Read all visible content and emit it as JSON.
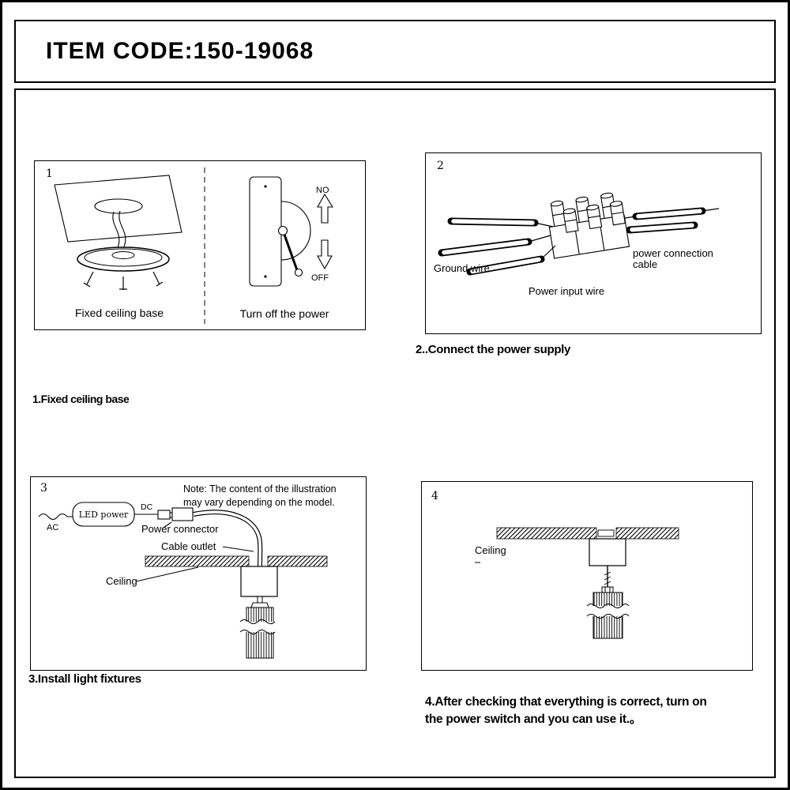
{
  "header": {
    "item_code": "ITEM CODE:150-19068"
  },
  "steps": {
    "s1": {
      "number": "1",
      "switch_no": "NO",
      "switch_off": "OFF",
      "caption_left": "Fixed ceiling base",
      "caption_right": "Turn off the power",
      "title": "1.Fixed ceiling base"
    },
    "s2": {
      "number": "2",
      "ground_wire": "Ground wire",
      "power_connection_line1": "power connection",
      "power_connection_line2": "cable",
      "power_input": "Power input wire",
      "title": "2..Connect the power supply"
    },
    "s3": {
      "number": "3",
      "note_line1": "Note: The content of the illustration",
      "note_line2": "may vary depending on the model.",
      "led_power": "LED power",
      "dc": "DC",
      "ac": "AC",
      "power_connector": "Power connector",
      "cable_outlet": "Cable  outlet",
      "ceiling": "Ceiling",
      "title": "3.Install light fixtures"
    },
    "s4": {
      "number": "4",
      "ceiling": "Ceiling",
      "title_line1": "4.After checking that everything is correct, turn on",
      "title_line2": "the power switch and you can use it.。"
    }
  }
}
